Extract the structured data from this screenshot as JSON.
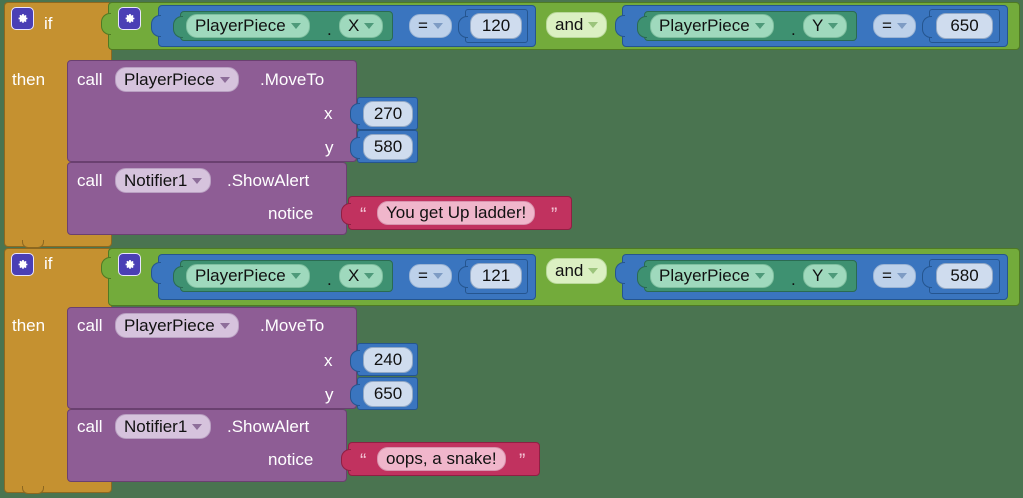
{
  "app": {
    "name": "MIT App Inventor Blocks Editor",
    "canvas_background": "#4a7450"
  },
  "colors": {
    "control_block": "#c59130",
    "logic_block": "#73ab3b",
    "math_block": "#3a75bf",
    "getter_block": "#3e9171",
    "method_block": "#8e5d95",
    "text_block": "#c1325f"
  },
  "blocks": [
    {
      "id": "if-block-1",
      "keyword_if": "if",
      "keyword_then": "then",
      "mutator_icon": "gear-icon",
      "condition": {
        "operator": "and",
        "operator_dropdown": "chevron-down-icon",
        "left": {
          "component": "PlayerPiece",
          "property": "X",
          "separator": ".",
          "comparator": "=",
          "value": "120"
        },
        "right": {
          "component": "PlayerPiece",
          "property": "Y",
          "separator": ".",
          "comparator": "=",
          "value": "650"
        }
      },
      "body": [
        {
          "call_label": "call",
          "component": "PlayerPiece",
          "method": ".MoveTo",
          "args": [
            {
              "name": "x",
              "value": "270"
            },
            {
              "name": "y",
              "value": "580"
            }
          ]
        },
        {
          "call_label": "call",
          "component": "Notifier1",
          "method": ".ShowAlert",
          "args": [
            {
              "name": "notice",
              "text_value": "You get Up ladder!",
              "open_quote": "“",
              "close_quote": "”"
            }
          ]
        }
      ]
    },
    {
      "id": "if-block-2",
      "keyword_if": "if",
      "keyword_then": "then",
      "mutator_icon": "gear-icon",
      "condition": {
        "operator": "and",
        "operator_dropdown": "chevron-down-icon",
        "left": {
          "component": "PlayerPiece",
          "property": "X",
          "separator": ".",
          "comparator": "=",
          "value": "121"
        },
        "right": {
          "component": "PlayerPiece",
          "property": "Y",
          "separator": ".",
          "comparator": "=",
          "value": "580"
        }
      },
      "body": [
        {
          "call_label": "call",
          "component": "PlayerPiece",
          "method": ".MoveTo",
          "args": [
            {
              "name": "x",
              "value": "240"
            },
            {
              "name": "y",
              "value": "650"
            }
          ]
        },
        {
          "call_label": "call",
          "component": "Notifier1",
          "method": ".ShowAlert",
          "args": [
            {
              "name": "notice",
              "text_value": "oops, a snake!",
              "open_quote": "“",
              "close_quote": "”"
            }
          ]
        }
      ]
    }
  ]
}
